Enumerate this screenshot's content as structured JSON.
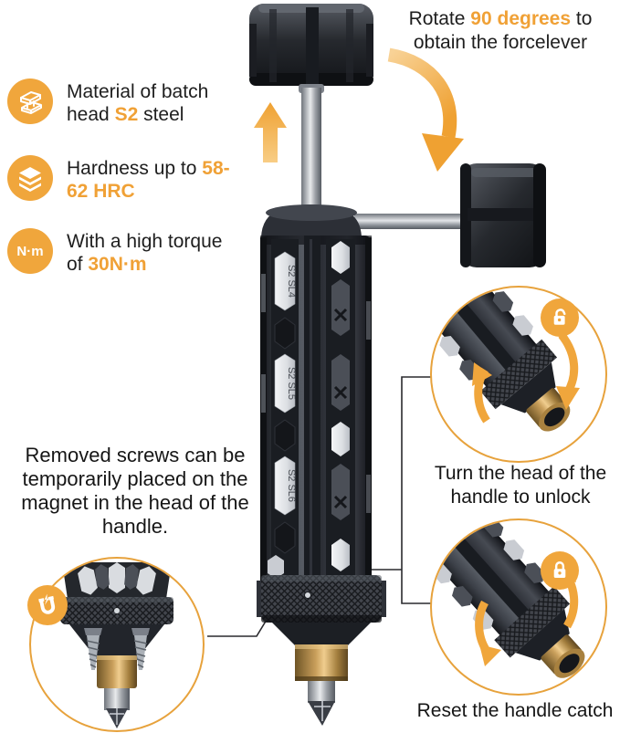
{
  "colors": {
    "accent": "#F0A63C",
    "text": "#1e1e1e",
    "brass": "#B5894A"
  },
  "rotate_callout": {
    "prefix": "Rotate ",
    "highlight": "90 degrees",
    "suffix": " to obtain the forcelever"
  },
  "features": [
    {
      "icon": "steel-beam-icon",
      "prefix": "Material of batch head ",
      "highlight": "S2",
      "suffix": " steel"
    },
    {
      "icon": "layers-icon",
      "prefix": "Hardness up to ",
      "highlight": "58-62 HRC",
      "suffix": ""
    },
    {
      "icon": "torque-unit-icon",
      "icon_label": "N·m",
      "prefix": "With a high torque of ",
      "highlight": "30N·m",
      "suffix": ""
    }
  ],
  "magnet_note": "Removed screws can be temporarily placed on the magnet in the head of the handle.",
  "product": {
    "bit_labels": [
      "S2 SL4",
      "S2 SL5",
      "S2 SL6"
    ]
  },
  "circles": [
    {
      "id": "magnet-detail",
      "badge": "magnet-icon"
    },
    {
      "id": "unlock-detail",
      "badge": "unlock-icon",
      "caption": "Turn the head of the handle to unlock"
    },
    {
      "id": "reset-detail",
      "badge": "lock-icon",
      "caption": "Reset the handle catch"
    }
  ]
}
